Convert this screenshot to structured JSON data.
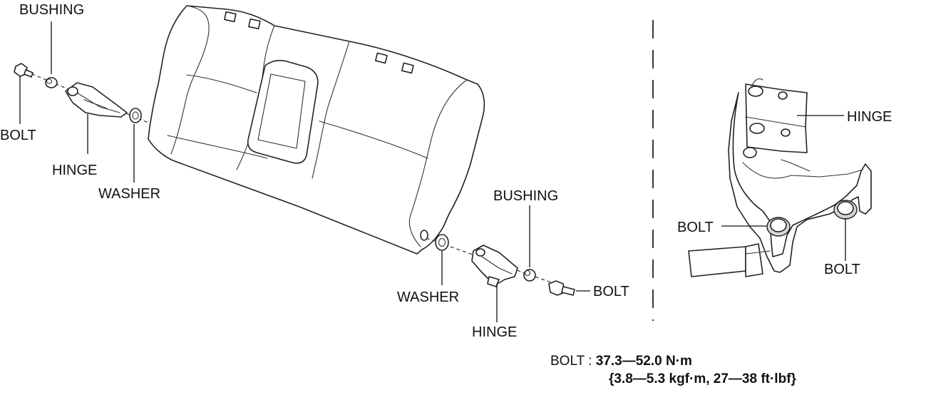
{
  "labels": {
    "bushing_left": "BUSHING",
    "bolt_left": "BOLT",
    "hinge_left": "HINGE",
    "washer_left": "WASHER",
    "bushing_right": "BUSHING",
    "bolt_right": "BOLT",
    "washer_right": "WASHER",
    "hinge_right": "HINGE",
    "detail_hinge": "HINGE",
    "detail_bolt_a": "BOLT",
    "detail_bolt_b": "BOLT"
  },
  "torque_spec": {
    "part": "BOLT",
    "separator": " : ",
    "metric": "37.3—52.0 N·m",
    "imperial": "{3.8—5.3 kgf·m, 27—38 ft·lbf}"
  }
}
